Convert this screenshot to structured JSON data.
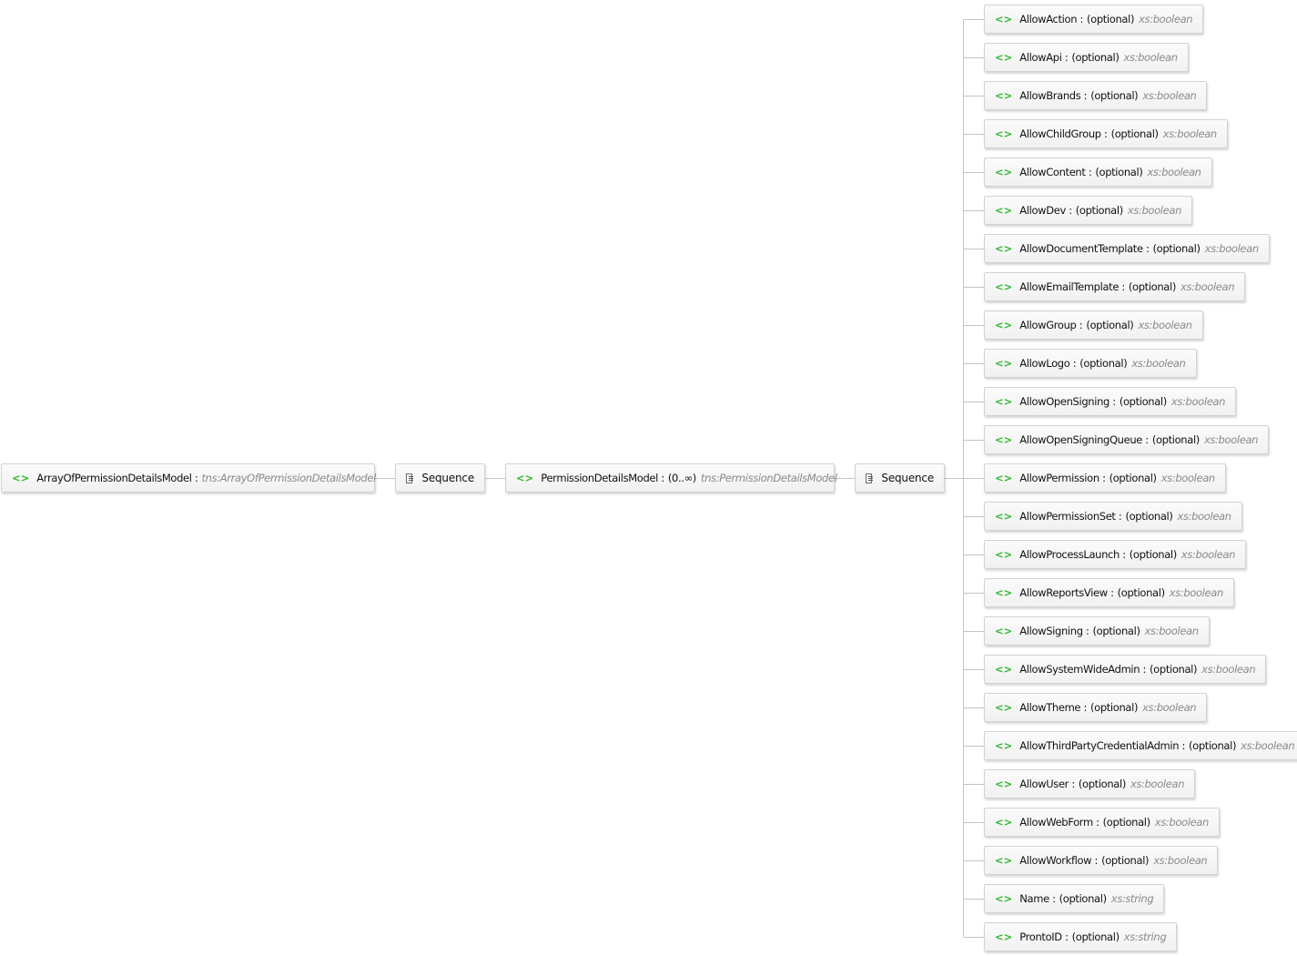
{
  "root": {
    "name": "ArrayOfPermissionDetailsModel",
    "type": "tns:ArrayOfPermissionDetailsModel"
  },
  "sequence1": {
    "label": "Sequence"
  },
  "model": {
    "name": "PermissionDetailsModel",
    "multiplicity": "(0..∞)",
    "type": "tns:PermissionDetailsModel"
  },
  "sequence2": {
    "label": "Sequence"
  },
  "icon_symbol": "<>",
  "children": [
    {
      "name": "AllowAction",
      "multiplicity": "(optional)",
      "type": "xs:boolean"
    },
    {
      "name": "AllowApi",
      "multiplicity": "(optional)",
      "type": "xs:boolean"
    },
    {
      "name": "AllowBrands",
      "multiplicity": "(optional)",
      "type": "xs:boolean"
    },
    {
      "name": "AllowChildGroup",
      "multiplicity": "(optional)",
      "type": "xs:boolean"
    },
    {
      "name": "AllowContent",
      "multiplicity": "(optional)",
      "type": "xs:boolean"
    },
    {
      "name": "AllowDev",
      "multiplicity": "(optional)",
      "type": "xs:boolean"
    },
    {
      "name": "AllowDocumentTemplate",
      "multiplicity": "(optional)",
      "type": "xs:boolean"
    },
    {
      "name": "AllowEmailTemplate",
      "multiplicity": "(optional)",
      "type": "xs:boolean"
    },
    {
      "name": "AllowGroup",
      "multiplicity": "(optional)",
      "type": "xs:boolean"
    },
    {
      "name": "AllowLogo",
      "multiplicity": "(optional)",
      "type": "xs:boolean"
    },
    {
      "name": "AllowOpenSigning",
      "multiplicity": "(optional)",
      "type": "xs:boolean"
    },
    {
      "name": "AllowOpenSigningQueue",
      "multiplicity": "(optional)",
      "type": "xs:boolean"
    },
    {
      "name": "AllowPermission",
      "multiplicity": "(optional)",
      "type": "xs:boolean"
    },
    {
      "name": "AllowPermissionSet",
      "multiplicity": "(optional)",
      "type": "xs:boolean"
    },
    {
      "name": "AllowProcessLaunch",
      "multiplicity": "(optional)",
      "type": "xs:boolean"
    },
    {
      "name": "AllowReportsView",
      "multiplicity": "(optional)",
      "type": "xs:boolean"
    },
    {
      "name": "AllowSigning",
      "multiplicity": "(optional)",
      "type": "xs:boolean"
    },
    {
      "name": "AllowSystemWideAdmin",
      "multiplicity": "(optional)",
      "type": "xs:boolean"
    },
    {
      "name": "AllowTheme",
      "multiplicity": "(optional)",
      "type": "xs:boolean"
    },
    {
      "name": "AllowThirdPartyCredentialAdmin",
      "multiplicity": "(optional)",
      "type": "xs:boolean"
    },
    {
      "name": "AllowUser",
      "multiplicity": "(optional)",
      "type": "xs:boolean"
    },
    {
      "name": "AllowWebForm",
      "multiplicity": "(optional)",
      "type": "xs:boolean"
    },
    {
      "name": "AllowWorkflow",
      "multiplicity": "(optional)",
      "type": "xs:boolean"
    },
    {
      "name": "Name",
      "multiplicity": "(optional)",
      "type": "xs:string"
    },
    {
      "name": "ProntoID",
      "multiplicity": "(optional)",
      "type": "xs:string"
    }
  ]
}
